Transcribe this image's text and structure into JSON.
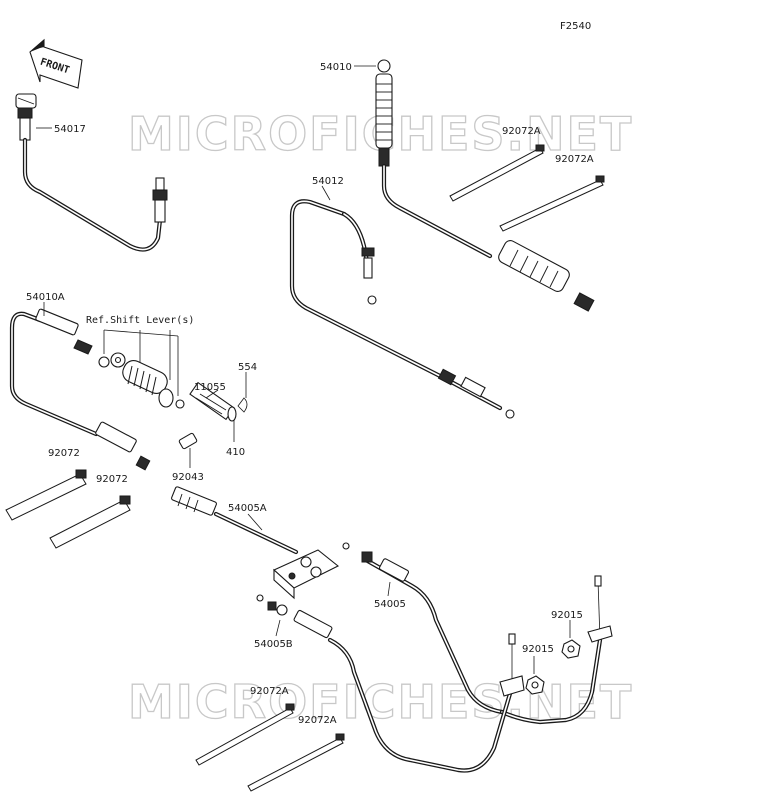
{
  "figure_code": "F2540",
  "front_arrow_label": "FRONT",
  "watermark_text": "MICROFICHES.NET",
  "reference_label": "Ref.Shift Lever(s)",
  "parts": {
    "p54010": "54010",
    "p54017": "54017",
    "p54012": "54012",
    "p92072A_1": "92072A",
    "p92072A_2": "92072A",
    "p54010A": "54010A",
    "p11055": "11055",
    "p554": "554",
    "p410": "410",
    "p92043": "92043",
    "p92072_1": "92072",
    "p92072_2": "92072",
    "p54005A": "54005A",
    "p54005": "54005",
    "p54005B": "54005B",
    "p92015_1": "92015",
    "p92015_2": "92015",
    "p92072A_3": "92072A",
    "p92072A_4": "92072A"
  }
}
